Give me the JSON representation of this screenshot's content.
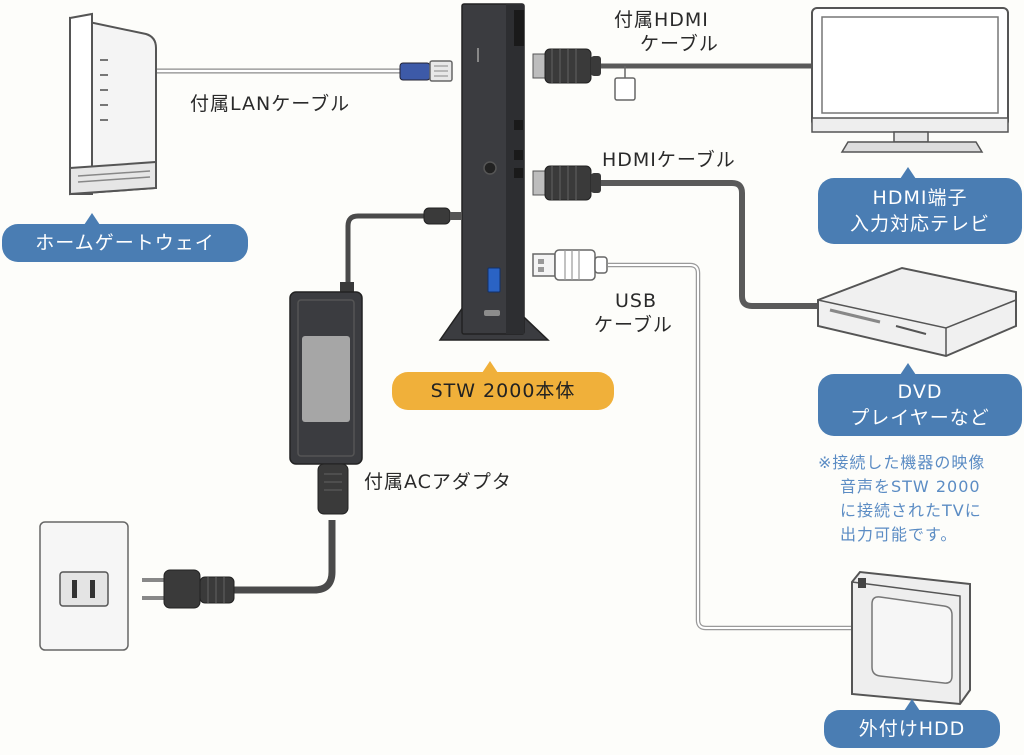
{
  "labels": {
    "lan_cable": "付属LANケーブル",
    "hdmi_cable_included_1": "付属HDMI",
    "hdmi_cable_included_2": "ケーブル",
    "hdmi_cable": "HDMIケーブル",
    "usb_cable_1": "USB",
    "usb_cable_2": "ケーブル",
    "ac_adapter": "付属ACアダプタ"
  },
  "badges": {
    "home_gateway": "ホームゲートウェイ",
    "tv_line1": "HDMI端子",
    "tv_line2": "入力対応テレビ",
    "dvd_line1": "DVD",
    "dvd_line2": "プレイヤーなど",
    "main_unit": "STW 2000本体",
    "external_hdd": "外付けHDD"
  },
  "note": {
    "line1": "※接続した機器の映像",
    "line2": "音声をSTW 2000",
    "line3": "に接続されたTVに",
    "line4": "出力可能です。"
  },
  "colors": {
    "badge_blue": "#4a7db3",
    "badge_orange": "#f0b03a",
    "note_blue": "#5b8cc4",
    "device_dark": "#3b3c40",
    "cable_gray": "#5a5a5a"
  }
}
